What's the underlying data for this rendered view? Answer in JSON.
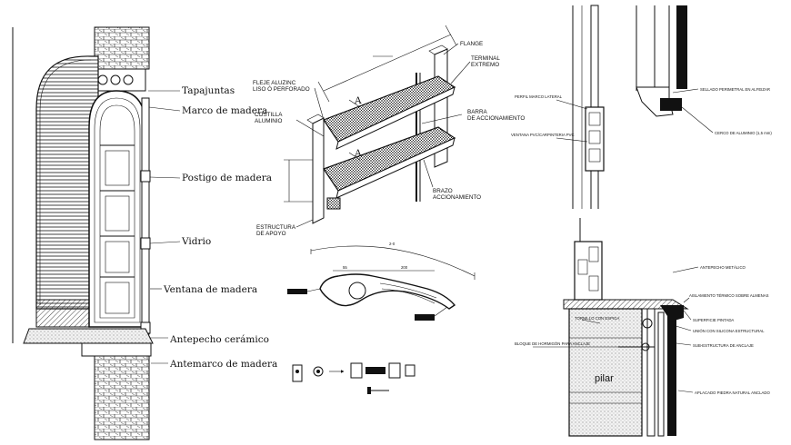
{
  "window_detail": {
    "labels": {
      "tapajuntas": "Tapajuntas",
      "marco": "Marco de madera",
      "postigo": "Postigo de madera",
      "vidrio": "Vidrio",
      "ventana": "Ventana de madera",
      "antepecho": "Antepecho cerámico",
      "antemarco": "Antemarco de madera"
    }
  },
  "louver_detail": {
    "labels": {
      "fleje_1": "FLEJE ALUZINC",
      "fleje_2": "LISO Ó PERFORADO",
      "costilla_1": "COSTILLA",
      "costilla_2": "ALUMINIO",
      "flange": "FLANGE",
      "terminal_1": "TERMINAL",
      "terminal_2": "EXTREMO",
      "barra_1": "BARRA",
      "barra_2": "DE ACCIONAMIENTO",
      "brazo_1": "BRAZO",
      "brazo_2": "ACCIONAMIENTO",
      "estructura_1": "ESTRUCTURA",
      "estructura_2": "DE APOYO",
      "section_a1": "A",
      "section_a2": "A"
    },
    "profile_dims": {
      "overall": "2-0",
      "left": "55",
      "right": "200"
    }
  },
  "section_detail": {
    "labels": {
      "perfil_lateral": "PERFIL MARCO LATERAL",
      "ventana_pvc": "VENTANA PVC/CARPINTERIA PVC",
      "sellado_1": "SELLADO PERIMETRAL EN ALFEIZAR",
      "cerco_aluminio": "CERCO DE ALUMINIO (1,5 mm)",
      "anclaje": "ANTEPECHO METÁLICO",
      "aislamiento": "AISLAMIENTO TÉRMICO SOBRE ALMENAS",
      "tornillo": "TORNILLO CON ESPIGA",
      "sellado_2": "SUPERFICIE PINTADA",
      "bloque": "BLOQUE DE HORMIGÓN PARA ANCLAJE",
      "sub_estructura": "SUB-ESTRUCTURA DE ANCLAJE",
      "union": "UNIÓN CON SILICONA ESTRUCTURAL",
      "aplacado": "APLACADO PIEDRA NATURAL ANCLADO",
      "pilar": "pilar"
    }
  },
  "colors": {
    "ink": "#111111",
    "paper": "#ffffff",
    "pillar_fill": "#e8e8e8"
  }
}
